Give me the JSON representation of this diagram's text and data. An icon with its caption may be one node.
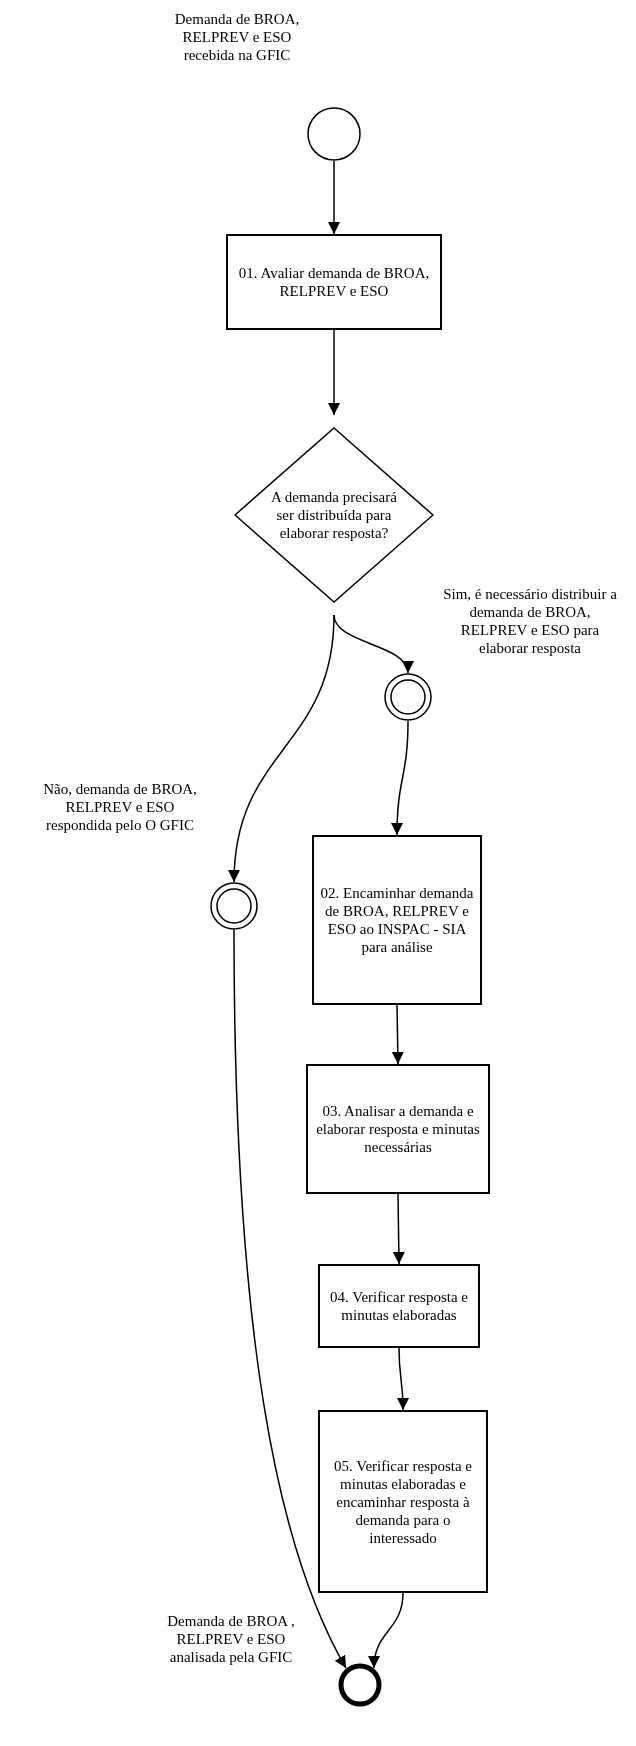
{
  "diagram": {
    "nodes": [
      {
        "text": [],
        "shape": "circle",
        "beside": [
          "Demanda de BROA, RELPREV e ESO recebida na GFIC"
        ]
      },
      {
        "text": [
          "01. Avaliar demanda de BROA, RELPREV e ESO"
        ]
      },
      {
        "text": [
          "A demanda precisará ser distribuída para elaborar resposta?"
        ]
      },
      {
        "text": [],
        "shape": "circle"
      },
      {
        "text": [],
        "shape": "circle"
      },
      {
        "text": [
          "02. Encaminhar demanda de BROA, RELPREV e ESO ao INSPAC - SIA para análise"
        ]
      },
      {
        "text": [
          "03. Analisar a demanda e elaborar resposta e minutas necessárias"
        ]
      },
      {
        "text": [
          "04. Verificar resposta e minutas elaboradas"
        ]
      },
      {
        "text": [
          "05. Verificar resposta e minutas elaboradas e encaminhar resposta à demanda para o interessado"
        ]
      },
      {
        "text": [],
        "shape": "circle",
        "beside": [
          "Demanda de BROA , RELPREV e ESO analisada pela GFIC"
        ]
      }
    ],
    "edges": [
      {
        "from": 0,
        "to": 1,
        "arrow": "to"
      },
      {
        "from": 1,
        "to": 2,
        "arrow": "to"
      },
      {
        "from": 2,
        "to": 3,
        "arrow": "to",
        "label": "Sim, é necessário distribuir a demanda de BROA, RELPREV e ESO para elaborar resposta"
      },
      {
        "from": 2,
        "to": 4,
        "arrow": "to",
        "label": "Não, demanda de BROA, RELPREV e ESO respondida pelo O GFIC"
      },
      {
        "from": 3,
        "to": 5,
        "arrow": "to"
      },
      {
        "from": 5,
        "to": 6,
        "arrow": "to"
      },
      {
        "from": 6,
        "to": 7,
        "arrow": "to"
      },
      {
        "from": 7,
        "to": 8,
        "arrow": "to"
      },
      {
        "from": 4,
        "to": 9,
        "arrow": "to"
      },
      {
        "from": 8,
        "to": 9,
        "arrow": "to"
      }
    ]
  }
}
